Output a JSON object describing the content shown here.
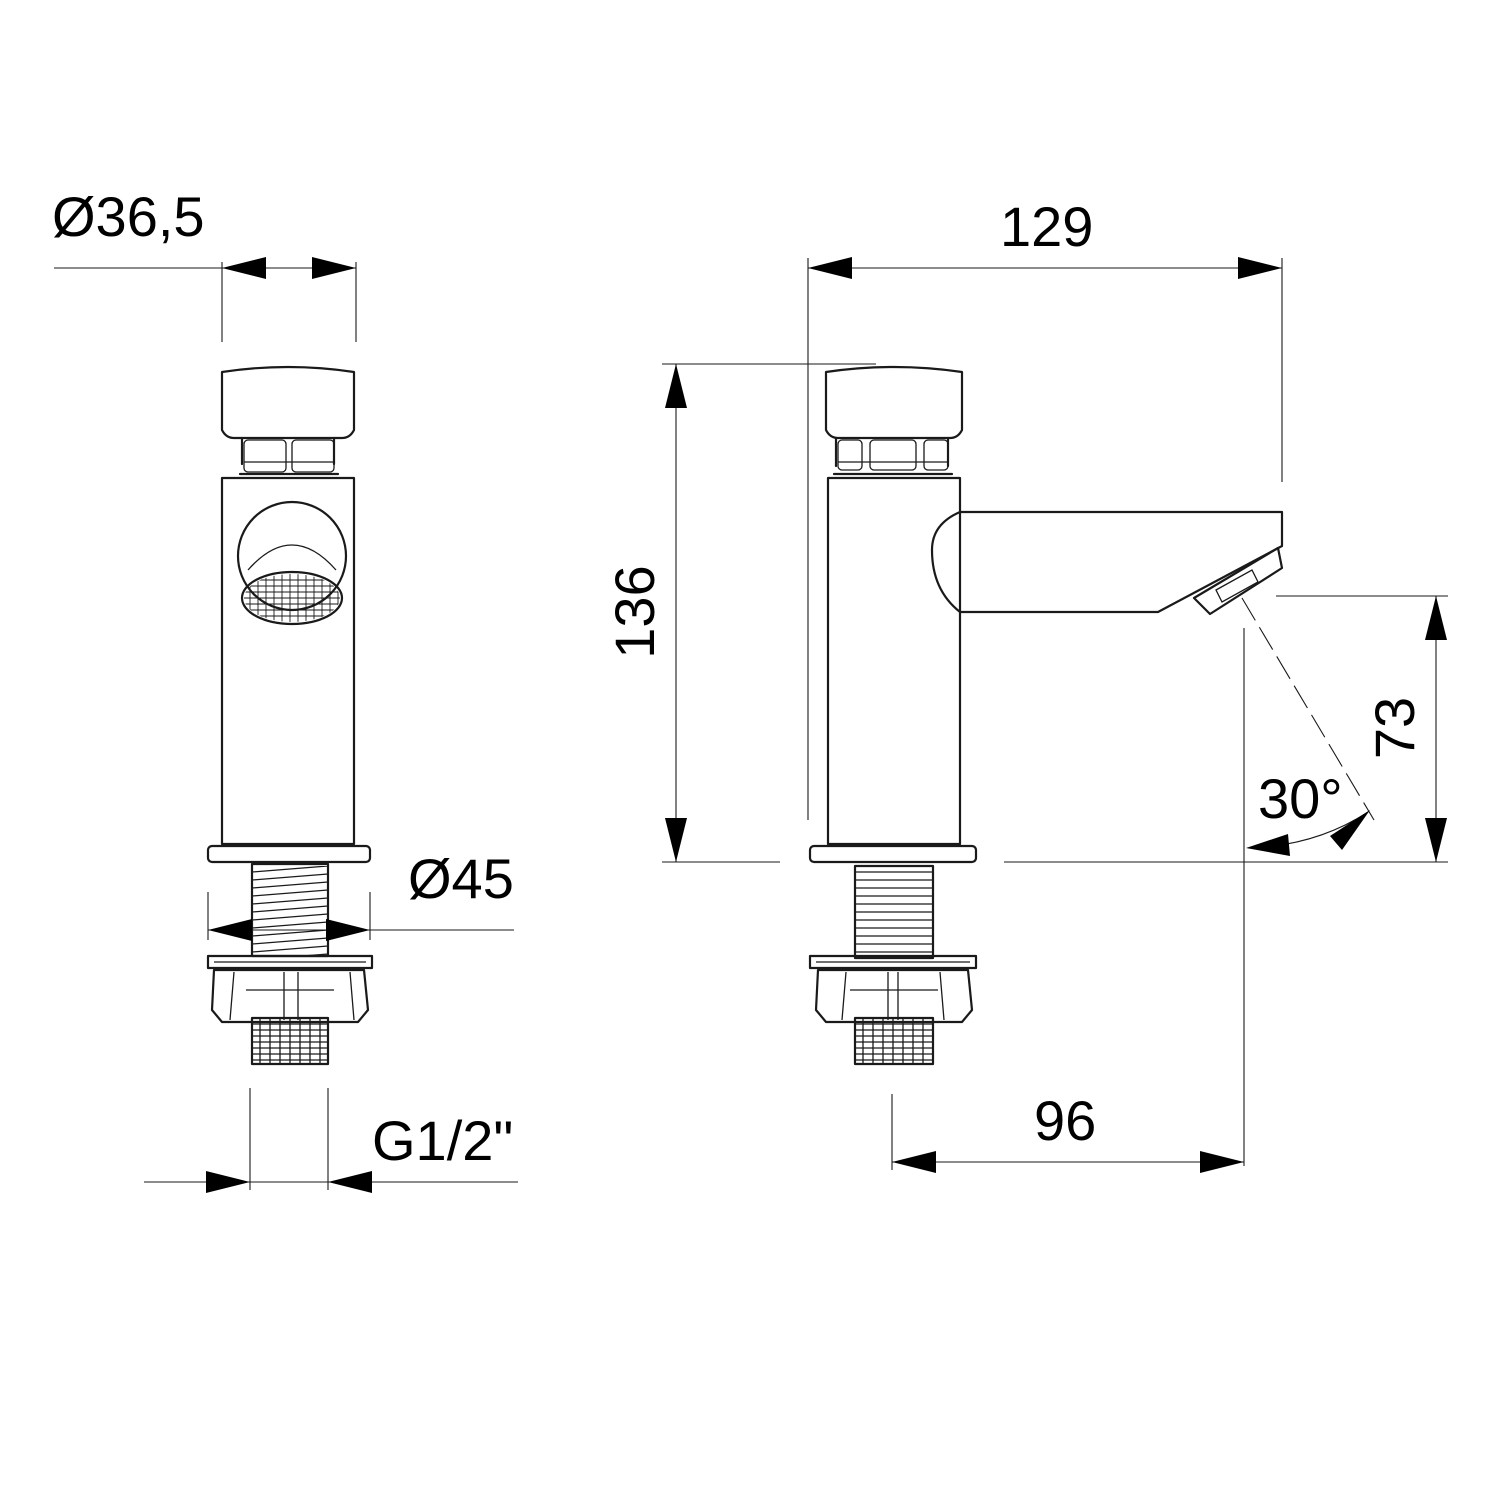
{
  "front_view": {
    "dim_cap_diameter": "Ø36,5",
    "dim_flange_diameter": "Ø45",
    "dim_thread": "G1/2\""
  },
  "side_view": {
    "dim_length": "129",
    "dim_height": "136",
    "dim_spout_height": "73",
    "dim_angle": "30°",
    "dim_spout_reach": "96"
  },
  "colors": {
    "line": "#1a1a1a",
    "background": "#ffffff"
  }
}
